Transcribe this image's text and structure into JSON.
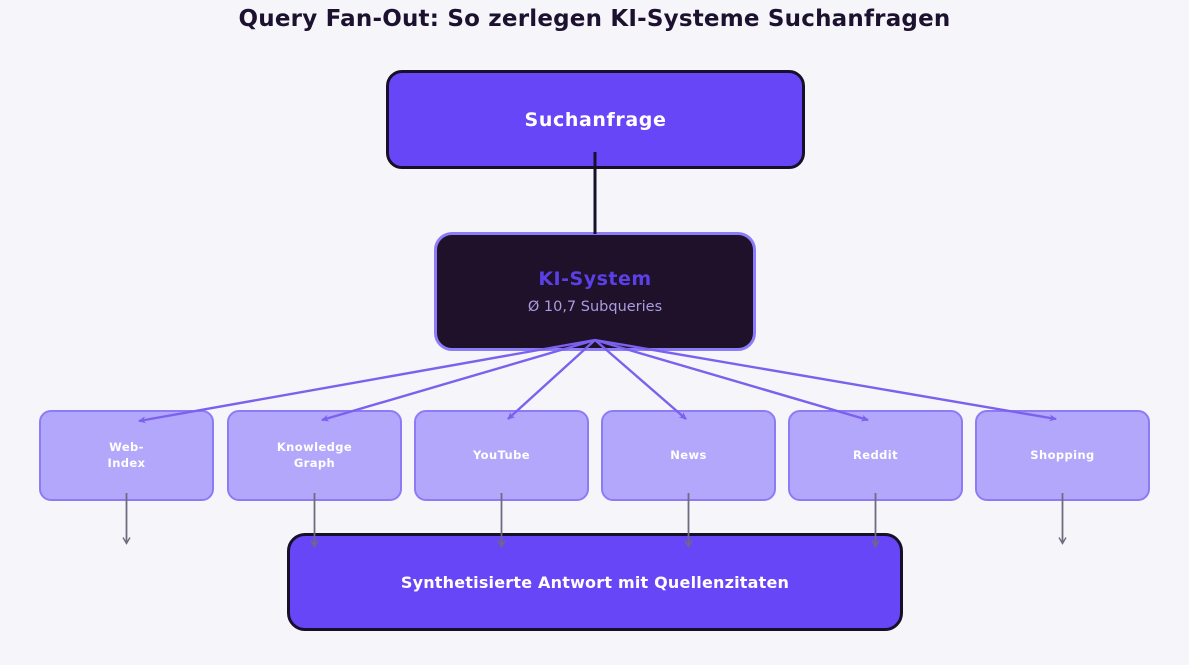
{
  "title": "Query Fan-Out: So zerlegen KI-Systeme Suchanfragen",
  "nodes": {
    "query": {
      "label": "Suchanfrage"
    },
    "ki_system": {
      "label": "KI-System",
      "sublabel": "Ø 10,7 Subqueries"
    },
    "answer": {
      "label": "Synthetisierte Antwort mit Quellenzitaten"
    }
  },
  "sources": [
    {
      "id": "web-index",
      "label": "Web-\nIndex"
    },
    {
      "id": "knowledge-graph",
      "label": "Knowledge\nGraph"
    },
    {
      "id": "youtube",
      "label": "YouTube"
    },
    {
      "id": "news",
      "label": "News"
    },
    {
      "id": "reddit",
      "label": "Reddit"
    },
    {
      "id": "shopping",
      "label": "Shopping"
    }
  ],
  "edges": [
    {
      "from": "query",
      "to": "ki-system",
      "style": "dark-line"
    },
    {
      "from": "ki-system",
      "to": "web-index",
      "style": "purple-arrow"
    },
    {
      "from": "ki-system",
      "to": "knowledge-graph",
      "style": "purple-arrow"
    },
    {
      "from": "ki-system",
      "to": "youtube",
      "style": "purple-arrow"
    },
    {
      "from": "ki-system",
      "to": "news",
      "style": "purple-arrow"
    },
    {
      "from": "ki-system",
      "to": "reddit",
      "style": "purple-arrow"
    },
    {
      "from": "web-index",
      "to": "",
      "style": "gray-arrow"
    },
    {
      "from": "knowledge-graph",
      "to": "answer",
      "style": "gray-arrow"
    },
    {
      "from": "youtube",
      "to": "answer",
      "style": "gray-arrow"
    },
    {
      "from": "news",
      "to": "answer",
      "style": "gray-arrow"
    },
    {
      "from": "reddit",
      "to": "answer",
      "style": "gray-arrow"
    },
    {
      "from": "shopping",
      "to": "",
      "style": "gray-arrow"
    }
  ],
  "colors": {
    "background": "#f6f5fa",
    "primary_purple": "#6746f8",
    "dark": "#1e1129",
    "light_box_fill": "#b3a7fb",
    "light_box_border": "#8d7bf6",
    "ki_title_text": "#5b40e8",
    "ki_subtitle_text": "#a99ce0",
    "purple_arrow": "#7b61ee",
    "gray_arrow": "#6e6b7e",
    "title_text": "#1c1230"
  }
}
